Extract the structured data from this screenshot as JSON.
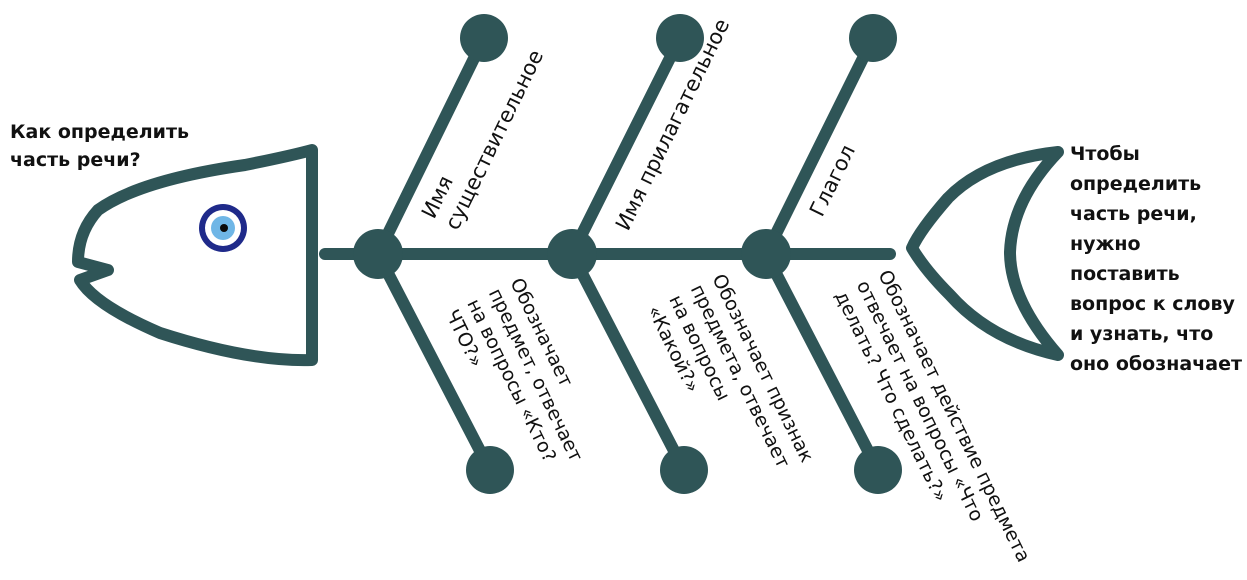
{
  "question": {
    "lines": [
      "Как определить",
      "часть речи?"
    ]
  },
  "answer": {
    "lines": [
      "Чтобы",
      "определить",
      "часть речи,",
      "нужно",
      "поставить",
      "вопрос к слову",
      "и узнать, что",
      "оно обозначает"
    ]
  },
  "parts_of_speech": [
    {
      "name_lines": [
        "Имя",
        "существительное"
      ],
      "description_lines": [
        "Обозначает",
        "предмет, отвечает",
        "на вопросы «Кто?",
        "ЧТО?»"
      ]
    },
    {
      "name_lines": [
        "Имя прилагательное"
      ],
      "description_lines": [
        "Обозначает признак",
        "предмета, отвечает",
        "на вопросы",
        "«Какой?»"
      ]
    },
    {
      "name_lines": [
        "Глагол"
      ],
      "description_lines": [
        "Обозначает действие предмета",
        "отвечает на вопросы «Что",
        "делать? Что сделать?»"
      ]
    }
  ],
  "colors": {
    "spine": "#2f5557",
    "eye_outer": "#1f2a8a",
    "eye_iris": "#6fb6e6",
    "eye_pupil": "#0a0a0a",
    "text": "#111111"
  }
}
